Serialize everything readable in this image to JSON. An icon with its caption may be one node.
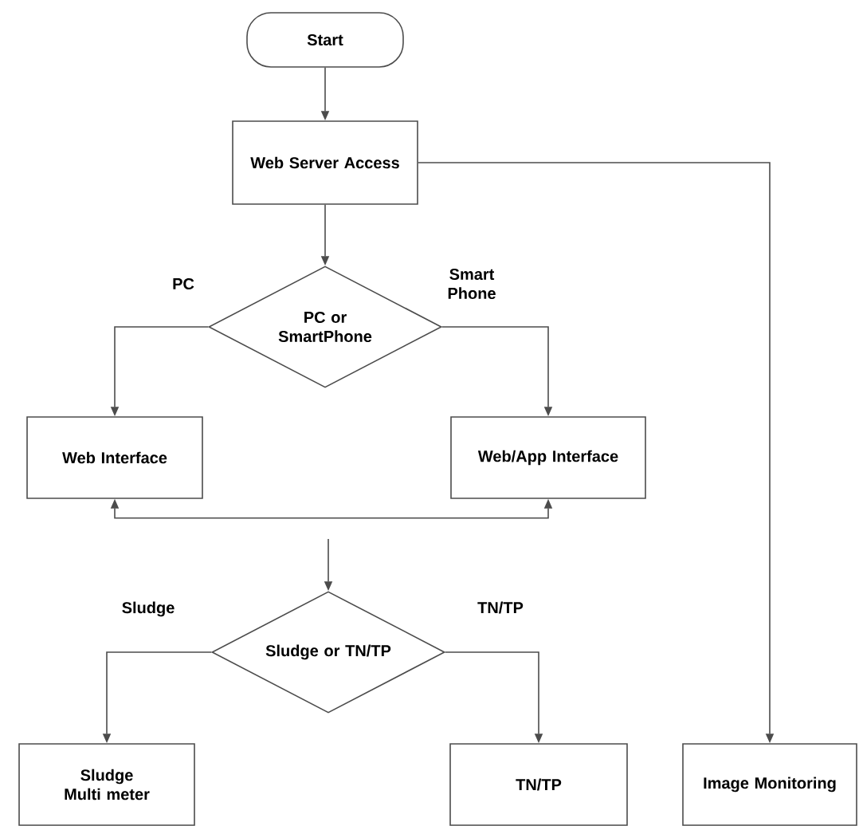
{
  "diagram": {
    "nodes": [
      {
        "text": [
          "Start"
        ]
      },
      {
        "text": [
          "Web Server Access"
        ]
      },
      {
        "text": [
          "PC or SmartPhone"
        ]
      },
      {
        "text": [
          "Web Interface"
        ]
      },
      {
        "text": [
          "Web/App Interface"
        ]
      },
      {
        "text": [
          "Sludge or TN/TP"
        ]
      },
      {
        "text": [
          "Sludge Multi meter"
        ]
      },
      {
        "text": [
          "TN/TP"
        ]
      },
      {
        "text": [
          "Image Monitoring"
        ]
      }
    ],
    "edges": [
      {
        "from": 0,
        "to": 1,
        "arrow": "to"
      },
      {
        "from": 1,
        "to": 2,
        "arrow": "to"
      },
      {
        "from": 2,
        "to": 3,
        "arrow": "to",
        "label": "PC"
      },
      {
        "from": 2,
        "to": 4,
        "arrow": "to",
        "label": "Smart Phone"
      },
      {
        "from": 1,
        "to": 8,
        "arrow": "to"
      },
      {
        "from": 3,
        "to": 4,
        "arrow": "both"
      },
      {
        "from": null,
        "to": 5,
        "arrow": "to"
      },
      {
        "from": 5,
        "to": 6,
        "arrow": "to",
        "label": "Sludge"
      },
      {
        "from": 5,
        "to": 7,
        "arrow": "to",
        "label": "TN/TP"
      }
    ]
  }
}
